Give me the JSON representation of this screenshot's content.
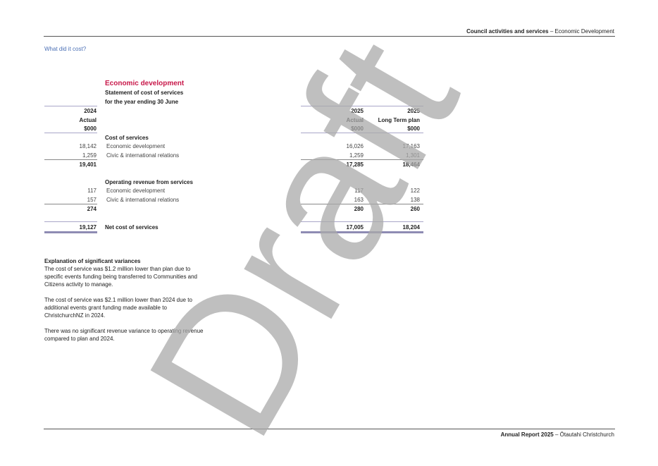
{
  "header": {
    "section_bold": "Council activities and services",
    "section_rest": " – Economic Development"
  },
  "subheading": "What did it cost?",
  "table": {
    "title": "Economic development",
    "subtitle1": "Statement of cost of services",
    "subtitle2": "for the year ending 30 June",
    "col_2024": [
      "2024",
      "Actual",
      "$000"
    ],
    "col_2025": [
      "2025",
      "Actual",
      "$000"
    ],
    "col_ltp": [
      "2025",
      "Long Term plan",
      "$000"
    ],
    "cost_heading": "Cost of services",
    "cost_rows": [
      {
        "label": "Economic development",
        "y2024": "18,142",
        "y2025": "16,026",
        "ltp": "17,163"
      },
      {
        "label": "Civic & international relations",
        "y2024": "1,259",
        "y2025": "1,259",
        "ltp": "1,301"
      }
    ],
    "cost_total": {
      "y2024": "19,401",
      "y2025": "17,285",
      "ltp": "18,464"
    },
    "rev_heading": "Operating revenue from services",
    "rev_rows": [
      {
        "label": "Economic development",
        "y2024": "117",
        "y2025": "117",
        "ltp": "122"
      },
      {
        "label": "Civic & international relations",
        "y2024": "157",
        "y2025": "163",
        "ltp": "138"
      }
    ],
    "rev_total": {
      "y2024": "274",
      "y2025": "280",
      "ltp": "260"
    },
    "net": {
      "label": "Net cost of services",
      "y2024": "19,127",
      "y2025": "17,005",
      "ltp": "18,204"
    }
  },
  "variances": {
    "heading": "Explanation of significant variances",
    "p1": [
      "The cost of service was $1.2 million lower than plan due to",
      "specific events funding being transferred to Communities and",
      "Citizens activity to manage."
    ],
    "p2": [
      "The cost of service was $2.1 million lower than 2024 due to",
      "additional events grant funding made available to",
      "ChristchurchNZ in 2024."
    ],
    "p3": [
      "There was no significant revenue variance to operating revenue",
      "compared to plan and 2024."
    ]
  },
  "footer": {
    "bold": "Annual Report 2025",
    "rest": " – Ōtautahi Christchurch"
  },
  "watermark": "Draft"
}
